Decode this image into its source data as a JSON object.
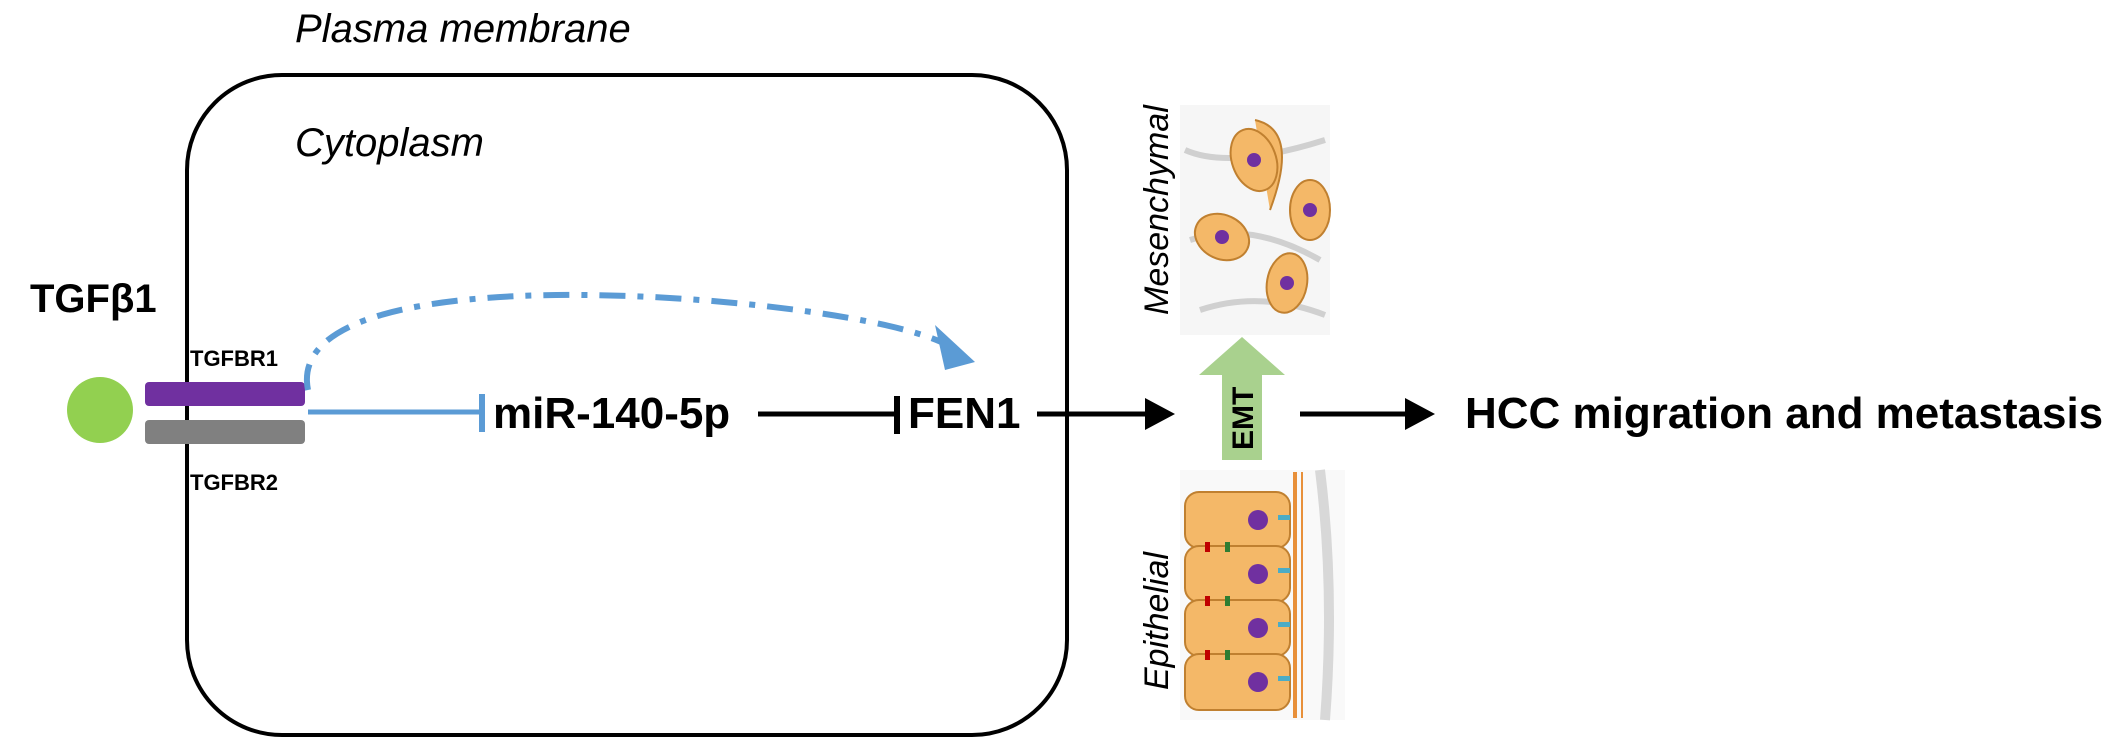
{
  "labels": {
    "plasma_membrane": "Plasma membrane",
    "cytoplasm": "Cytoplasm",
    "ligand": "TGFβ1",
    "receptor1": "TGFBR1",
    "receptor2": "TGFBR2",
    "mirna": "miR-140-5p",
    "fen1": "FEN1",
    "emt": "EMT",
    "outcome": "HCC migration and metastasis",
    "mesenchymal": "Mesenchymal",
    "epithelial": "Epithelial"
  },
  "colors": {
    "ligand": "#92d050",
    "receptor1": "#7030a0",
    "receptor2": "#808080",
    "inhibition_line": "#5b9bd5",
    "emt_arrow": "#a9d18e",
    "cell_body": "#f4b868",
    "nucleus": "#7030a0"
  }
}
